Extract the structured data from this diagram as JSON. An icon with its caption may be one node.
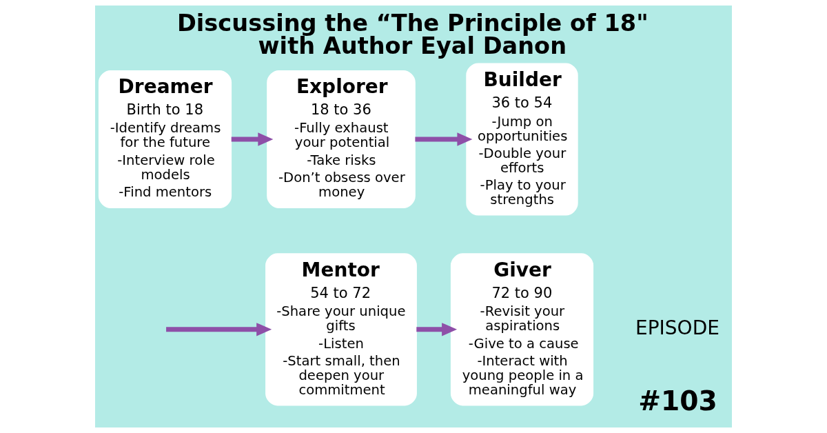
{
  "diagram": {
    "title": "Discussing the “The Principle of 18\" with Author Eyal Danon",
    "nodes": [
      {
        "text": [
          "Dreamer",
          "Birth to 18",
          "-Identify dreams for the future",
          "-Interview role models",
          "-Find mentors"
        ]
      },
      {
        "text": [
          "Explorer",
          "18 to 36",
          "-Fully exhaust your potential",
          "-Take risks",
          "-Don’t obsess over money"
        ]
      },
      {
        "text": [
          "Builder",
          "36 to 54",
          "-Jump on opportunities",
          "-Double your efforts",
          "-Play to your strengths"
        ]
      },
      {
        "text": [
          "Mentor",
          "54 to 72",
          "-Share your unique gifts",
          "-Listen",
          "-Start small, then deepen your commitment"
        ]
      },
      {
        "text": [
          "Giver",
          "72 to 90",
          "-Revisit your aspirations",
          "-Give to a cause",
          "-Interact with young people in a meaningful way"
        ]
      }
    ],
    "edges": [
      {
        "from": 0,
        "to": 1,
        "arrow": "to"
      },
      {
        "from": 1,
        "to": 2,
        "arrow": "to"
      },
      {
        "from": null,
        "to": 3,
        "arrow": "to"
      },
      {
        "from": 3,
        "to": 4,
        "arrow": "to"
      }
    ],
    "labels": [
      "EPISODE",
      "#103"
    ]
  }
}
